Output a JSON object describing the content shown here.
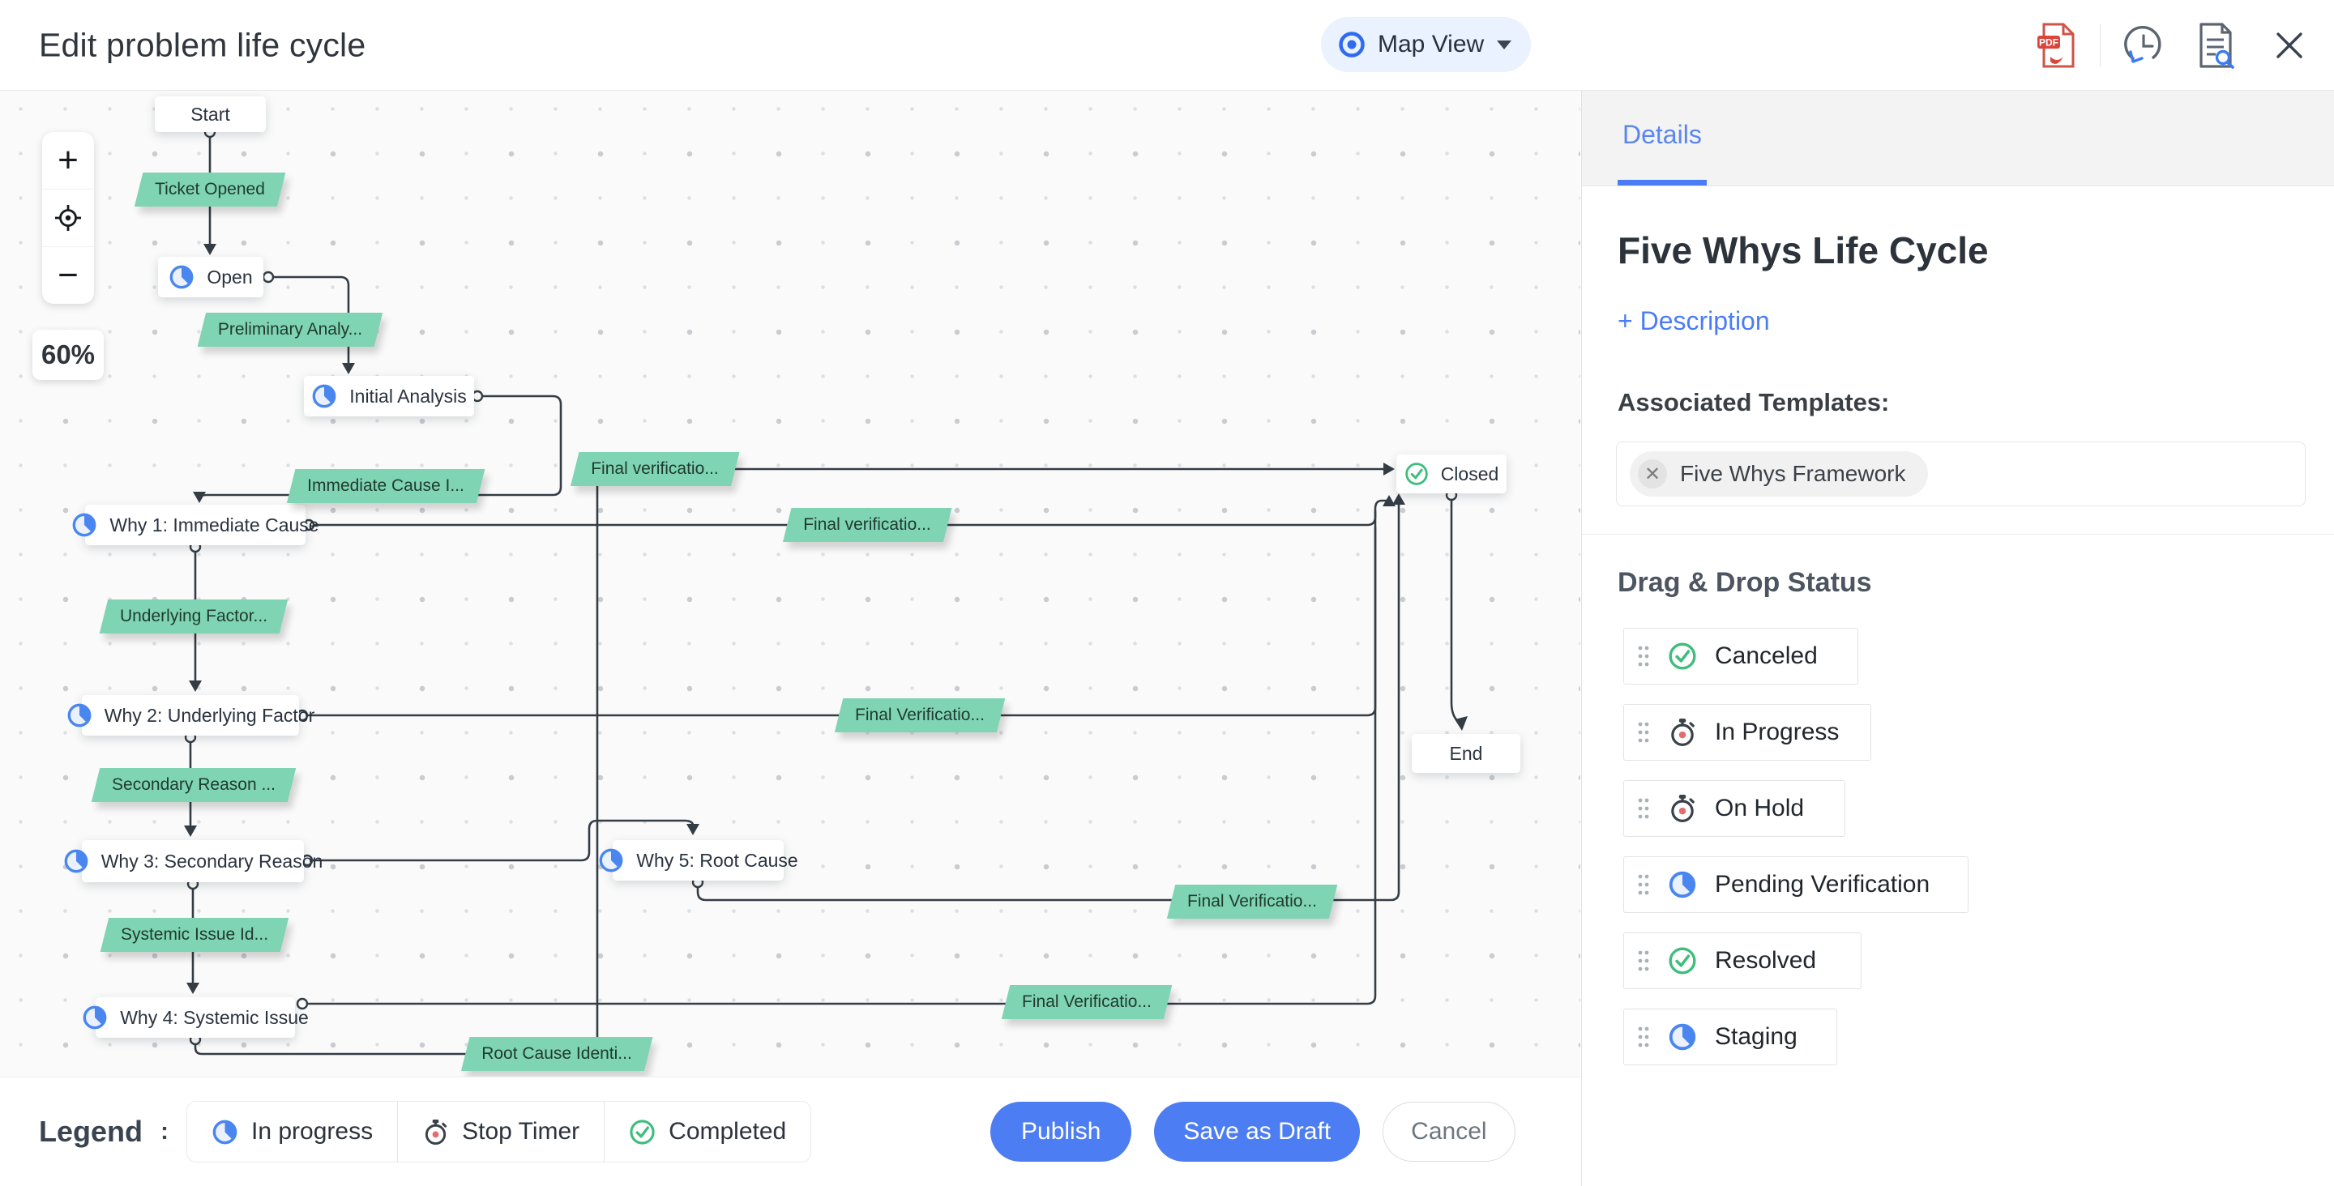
{
  "header": {
    "title": "Edit problem life cycle",
    "view_toggle": "Map View"
  },
  "panel": {
    "tab": "Details",
    "title": "Five Whys Life Cycle",
    "description_link": "+ Description",
    "associated_label": "Associated Templates:",
    "template_chip": "Five Whys Framework",
    "dnd_title": "Drag & Drop Status",
    "statuses": [
      {
        "label": "Canceled",
        "icon": "check-circle"
      },
      {
        "label": "In Progress",
        "icon": "stop-timer"
      },
      {
        "label": "On Hold",
        "icon": "stop-timer"
      },
      {
        "label": "Pending Verification",
        "icon": "in-progress-pie"
      },
      {
        "label": "Resolved",
        "icon": "check-circle"
      },
      {
        "label": "Staging",
        "icon": "in-progress-pie"
      }
    ]
  },
  "canvas": {
    "zoom_level": "60%",
    "zoom_in": "+",
    "zoom_out": "−",
    "nodes": [
      {
        "label": "Start",
        "icon": "none"
      },
      {
        "label": "Open",
        "icon": "in-progress-pie"
      },
      {
        "label": "Initial Analysis",
        "icon": "in-progress-pie"
      },
      {
        "label": "Why 1: Immediate Cause",
        "icon": "in-progress-pie"
      },
      {
        "label": "Closed",
        "icon": "check-circle"
      },
      {
        "label": "Why 2: Underlying Factor",
        "icon": "in-progress-pie"
      },
      {
        "label": "End",
        "icon": "none"
      },
      {
        "label": "Why 3: Secondary Reason",
        "icon": "in-progress-pie"
      },
      {
        "label": "Why 5: Root Cause",
        "icon": "in-progress-pie"
      },
      {
        "label": "Why 4: Systemic Issue",
        "icon": "in-progress-pie"
      }
    ],
    "transitions": [
      {
        "label": "Ticket Opened"
      },
      {
        "label": "Preliminary Analy..."
      },
      {
        "label": "Immediate Cause I..."
      },
      {
        "label": "Final verificatio..."
      },
      {
        "label": "Final verificatio..."
      },
      {
        "label": "Underlying Factor..."
      },
      {
        "label": "Final Verificatio..."
      },
      {
        "label": "Secondary Reason ..."
      },
      {
        "label": "Final Verificatio..."
      },
      {
        "label": "Systemic Issue Id..."
      },
      {
        "label": "Final Verificatio..."
      },
      {
        "label": "Root Cause Identi..."
      }
    ]
  },
  "footer": {
    "legend_label": "Legend",
    "legend_colon": ":",
    "legend_items": [
      {
        "label": "In progress",
        "icon": "in-progress-pie"
      },
      {
        "label": "Stop Timer",
        "icon": "stop-timer"
      },
      {
        "label": "Completed",
        "icon": "check-circle"
      }
    ],
    "publish": "Publish",
    "save_draft": "Save as Draft",
    "cancel": "Cancel"
  },
  "colors": {
    "accent_blue": "#4a7df5",
    "pill_bg": "#e9f2fe",
    "green_label": "#7fd4b4",
    "status_green": "#3fbd7c",
    "pie_blue": "#4a86f0",
    "timer_red": "#dd5454"
  }
}
